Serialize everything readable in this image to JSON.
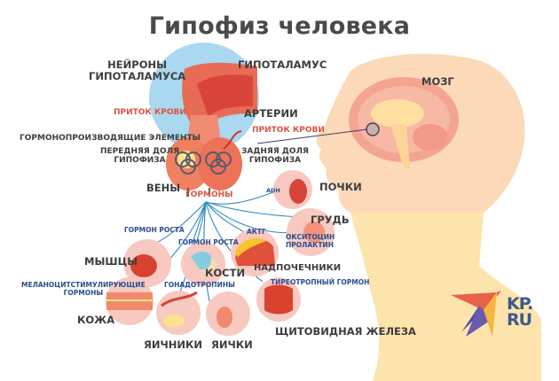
{
  "title": "Гипофиз человека",
  "colors": {
    "title": "#4a4a4a",
    "label_dark": "#3d3d3d",
    "label_red": "#d8553f",
    "label_blue": "#2a4d8f",
    "arrow_blue": "#2e8bc0",
    "circle_bg": "#f7c9c0",
    "head_silhouette": "#fcd9b8",
    "neck_yellow": "#fde7a8",
    "hypothalamus_bg": "#a9d8f0",
    "brand_blue": "#3c5a8f"
  },
  "pituitary": {
    "neurons_label": [
      "НЕЙРОНЫ",
      "ГИПОТАЛАМУСА"
    ],
    "hypothalamus_label": "ГИПОТАЛАМУС",
    "blood_flow_left": "ПРИТОК КРОВИ",
    "arteries_label": "АРТЕРИИ",
    "blood_flow_right": "ПРИТОК КРОВИ",
    "hormone_elements_label": "ГОРМОНОПРОИЗВОДЯЩИЕ  ЭЛЕМЕНТЫ",
    "anterior_lobe_label": [
      "ПЕРЕДНЯЯ ДОЛЯ",
      "ГИПОФИЗА"
    ],
    "posterior_lobe_label": [
      "ЗАДНЯЯ ДОЛЯ",
      "ГИПОФИЗА"
    ],
    "veins_label": "ВЕНЫ",
    "hormones_label": "ГОРМОНЫ"
  },
  "head": {
    "brain_label": "МОЗГ"
  },
  "targets": [
    {
      "organ": "ПОЧКИ",
      "hormone": "ADH"
    },
    {
      "organ": "ГРУДЬ",
      "hormone": "ОКСИТОЦИН\nПРОЛАКТИН",
      "hormone_lines": [
        "ОКСИТОЦИН",
        "ПРОЛАКТИН"
      ]
    },
    {
      "organ": "НАДПОЧЕЧНИКИ",
      "hormone": "АКТГ"
    },
    {
      "organ": "МЫШЦЫ",
      "hormone": "ГОРМОН РОСТА"
    },
    {
      "organ": "КОСТИ",
      "hormone": "ГОРМОН РОСТА"
    },
    {
      "organ": "КОЖА",
      "hormone": "МЕЛАНОЦИТСТИМУЛИРУЮЩИЕ ГОРМОНЫ",
      "hormone_lines": [
        "МЕЛАНОЦИТСТИМУЛИРУЮЩИЕ",
        "ГОРМОНЫ"
      ]
    },
    {
      "organ": "ЯИЧНИКИ",
      "hormone": "ГОНАДОТРОПИНЫ"
    },
    {
      "organ": "ЯИЧКИ",
      "hormone": "ГОНАДОТРОПИНЫ"
    },
    {
      "organ": "ЩИТОВИДНАЯ ЖЕЛЕЗА",
      "hormone": "ТИРЕОТРОПНЫЙ ГОРМОН"
    }
  ],
  "logo": {
    "line1": "KP",
    "line2": "RU",
    "dot": "."
  }
}
